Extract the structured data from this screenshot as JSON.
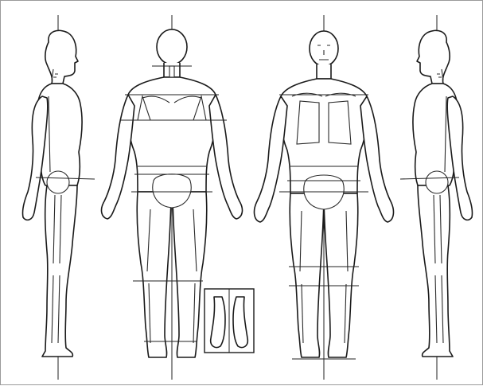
{
  "figure": {
    "views": [
      "left-lateral",
      "posterior",
      "anterior",
      "right-lateral"
    ],
    "inset": "feet-posterior",
    "colors": {
      "ink": "#1a1a1a",
      "paper": "#ffffff",
      "frame": "#9a9a9a"
    }
  }
}
